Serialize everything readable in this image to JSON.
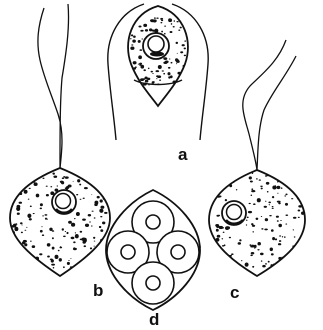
{
  "figure": {
    "labels": {
      "a": "a",
      "b": "b",
      "c": "c",
      "d": "d"
    }
  },
  "colors": {
    "ink": "#111111",
    "background": "#ffffff"
  }
}
